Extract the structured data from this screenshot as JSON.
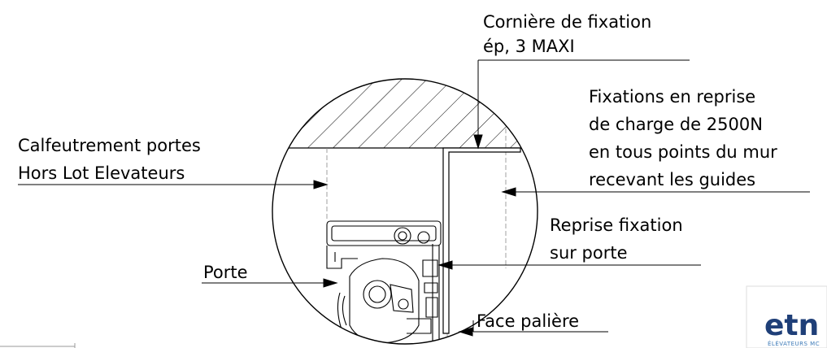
{
  "labels": {
    "corniere_line1": "Cornière de fixation",
    "corniere_line2": "ép, 3 MAXI",
    "fixations_line1": "Fixations en reprise",
    "fixations_line2": "de charge de 2500N",
    "fixations_line3": "en tous points du mur",
    "fixations_line4": "recevant les guides",
    "calfeutrement_line1": "Calfeutrement portes",
    "calfeutrement_line2": "Hors Lot Elevateurs",
    "reprise_line1": "Reprise fixation",
    "reprise_line2": "sur porte",
    "porte": "Porte",
    "face_paliere": "Face palière"
  },
  "logo": {
    "name": "etn",
    "tagline": "ÉLÉVATEURS MC",
    "color": "#1f3f78"
  }
}
